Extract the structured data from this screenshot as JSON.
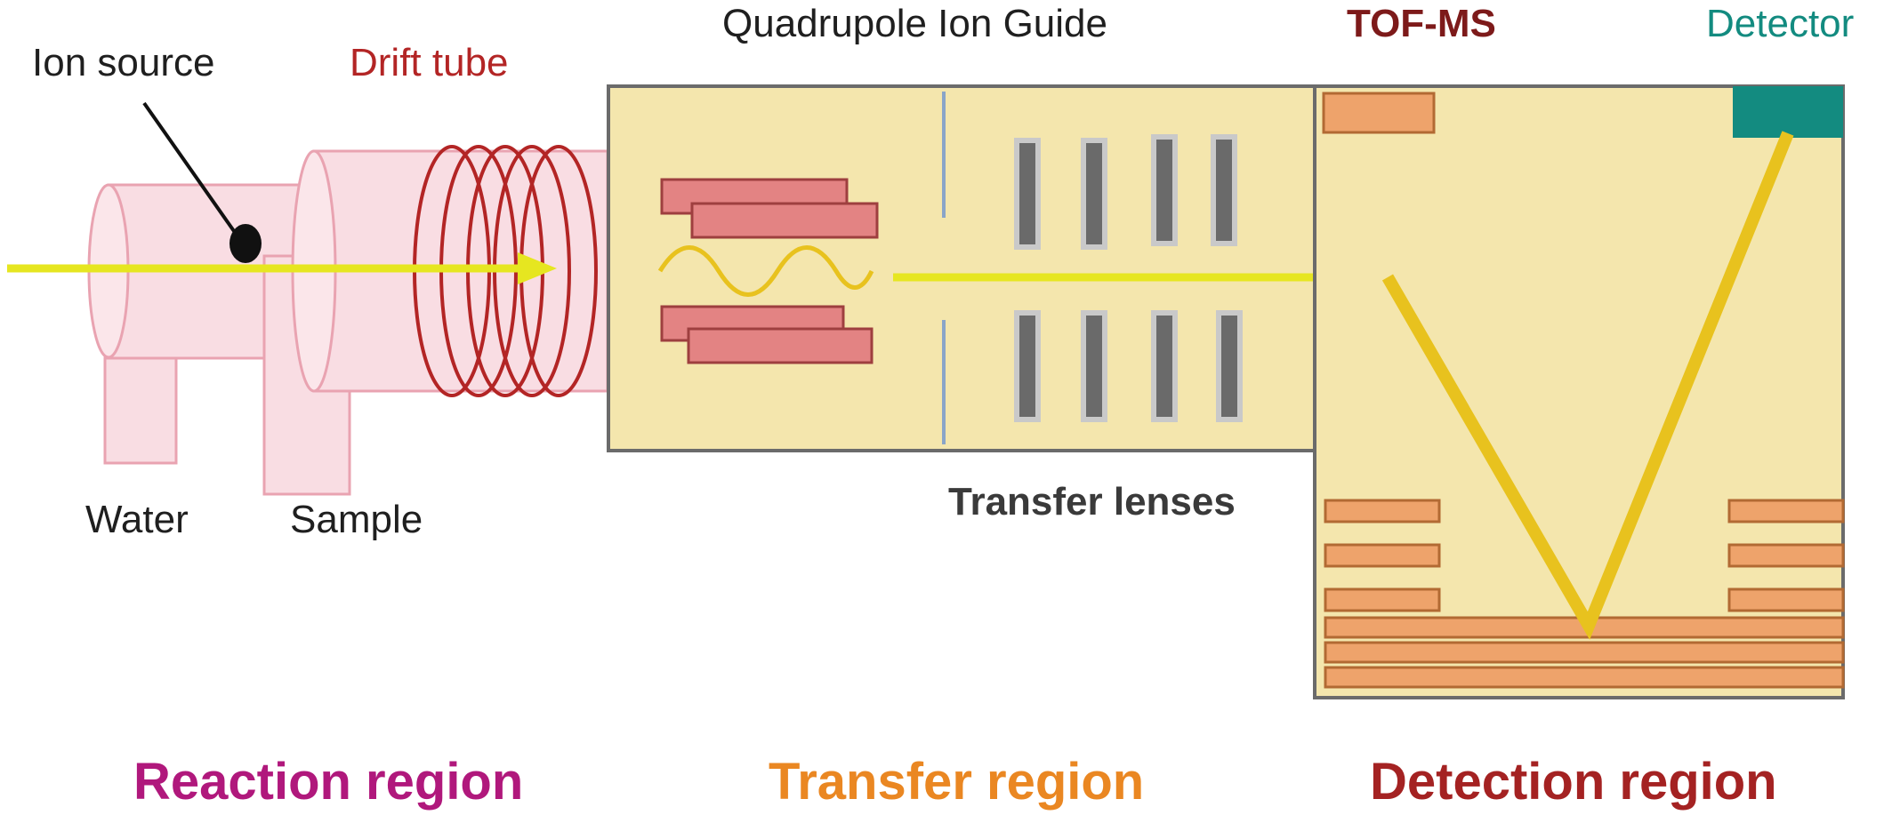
{
  "labels": {
    "ion_source": "Ion source",
    "drift_tube": "Drift tube",
    "quadrupole": "Quadrupole Ion Guide",
    "tof_ms": "TOF-MS",
    "detector": "Detector",
    "water": "Water",
    "sample": "Sample",
    "transfer_lenses": "Transfer lenses"
  },
  "regions": {
    "reaction": "Reaction region",
    "transfer": "Transfer region",
    "detection": "Detection region"
  },
  "colors": {
    "ion_beam": "#e6e620",
    "tof_path": "#e8c21e",
    "tube_fill": "#f9dde3",
    "tube_stroke": "#e9a3b1",
    "coil": "#b32525",
    "chamber_fill": "#f4e6ad",
    "chamber_stroke": "#6b6b6b",
    "rods": "#e38383",
    "lens": "#6a6a6a",
    "reflectron": "#eea36b",
    "detector": "#138b80",
    "drift_tube_label": "#b32525",
    "tof_label": "#7d1a1a",
    "detector_label": "#138b80",
    "reaction_label": "#b0187c",
    "transfer_label": "#ea8722",
    "detection_label": "#a42222"
  }
}
